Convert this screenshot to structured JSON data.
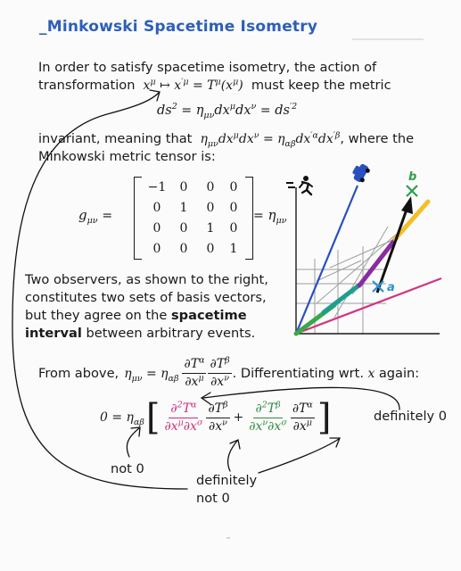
{
  "title": "_Minkowski Spacetime Isometry",
  "intro": {
    "line1": "In order to satisfy spacetime isometry, the action of",
    "line2_pre": "transformation",
    "line2_post": "must keep the metric"
  },
  "invariant": {
    "pre": "invariant, meaning that",
    "post": ", where the",
    "line2": "Minkowski metric tensor is:"
  },
  "matrix": {
    "rows": [
      [
        "−1",
        "0",
        "0",
        "0"
      ],
      [
        "0",
        "1",
        "0",
        "0"
      ],
      [
        "0",
        "0",
        "1",
        "0"
      ],
      [
        "0",
        "0",
        "0",
        "1"
      ]
    ]
  },
  "observers": {
    "line1": "Two observers, as shown to the right,",
    "line2": "constitutes two sets of basis vectors,",
    "line3_pre": "but they agree on the",
    "line3_bold": "spacetime",
    "line4_bold": "interval",
    "line4_post": "between arbitrary events."
  },
  "derivation": {
    "pre": "From above,",
    "post": ". Differentiating wrt.",
    "post2": "again:"
  },
  "annotations": {
    "definitely_0": "definitely 0",
    "not_0": "not 0",
    "definitely_not_0_l1": "definitely",
    "definitely_not_0_l2": "not 0"
  },
  "diagram": {
    "label_a": "a",
    "label_b": "b",
    "colors": {
      "blue_axis": "#2a4fbf",
      "pink_axis": "#d0347f",
      "orange": "#f2c02a",
      "purple": "#8a2c9e",
      "teal": "#1e9e8e",
      "green": "#3aa84a",
      "grid": "#9e9e9e",
      "marker_a": "#2a8fd8",
      "marker_b": "#2e9e4a"
    },
    "icons": [
      "runner-icon",
      "car-icon"
    ]
  },
  "colors": {
    "title": "#2d5fb8",
    "pink_math": "#c4317f",
    "green_math": "#2f8a3f"
  }
}
